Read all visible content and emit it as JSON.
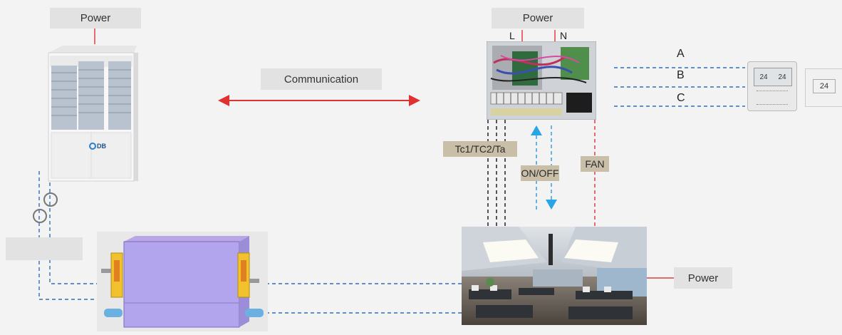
{
  "outdoor_unit": {
    "power_label": "Power",
    "brand_logo": "DB"
  },
  "communication": {
    "label": "Communication"
  },
  "control_box": {
    "power_label": "Power",
    "live_label": "L",
    "neutral_label": "N"
  },
  "controller_lines": [
    "A",
    "B",
    "C"
  ],
  "thermostat": {
    "display_value_1": "24",
    "display_value_2": "24",
    "small_display": "24"
  },
  "signal_tags": {
    "sensors": "Tc1/TC2/Ta",
    "on_off": "ON/OFF",
    "fan": "FAN"
  },
  "office": {
    "power_label": "Power"
  },
  "ahu": {
    "blank_label": ""
  }
}
